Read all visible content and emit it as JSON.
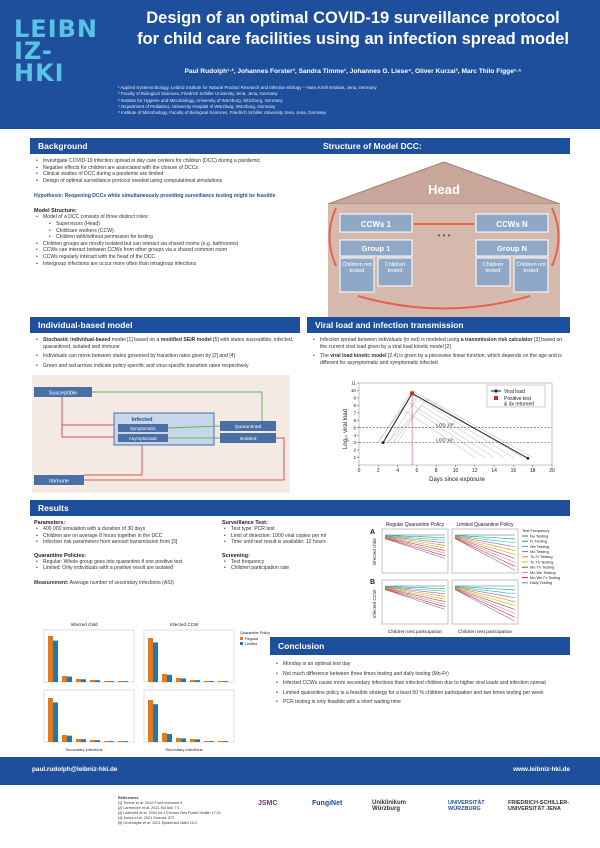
{
  "header": {
    "logo_line1": "LEIBN",
    "logo_line2": "IZ-HKI",
    "title_line1": "Design of an optimal COVID-19 surveillance protocol",
    "title_line2": "for child care facilities using an infection spread model",
    "authors": "Paul Rudolph¹·², Johannes Forster³, Sandra Timme¹, Johannes G. Liese⁴, Oliver Kurzai³, Marc Thilo Figge¹·⁵",
    "affiliations": [
      "¹ Applied Systems Biology, Leibniz Institute for Natural Product Research and Infection Biology – Hans Knöll Institute, Jena, Germany",
      "² Faculty of Biological Sciences, Friedrich Schiller University Jena, Jena, Germany",
      "³ Institute for Hygiene and Microbiology, University of Würzburg, Würzburg, Germany",
      "⁴ Department of Pediatrics, University Hospital of Würzburg, Würzburg, Germany",
      "⁵ Institute of Microbiology, Faculty of Biological Sciences, Friedrich Schiller University Jena, Jena, Germany"
    ]
  },
  "background": {
    "heading": "Background",
    "bullets": [
      "Investigate COVID-19 infection spread in day care centers for children (DCC) during a pandemic",
      "Negative effects for children are associated with the closure of DCCs",
      "Clinical studies of DCC during a pandemic are limited",
      "Design of optimal surveillance protocol needed using computational simulations"
    ],
    "hypothesis": "Hypothesis: Reopening DCCs while simultaneously providing surveillance testing might be feasible",
    "model_title": "Model Structure:",
    "model_intro": "Model of a DCC consists of three distinct roles:",
    "roles": [
      "Supervisors (Head)",
      "Childcare workers (CCW)",
      "Children with/without permission for testing"
    ],
    "more_bullets": [
      "Children groups are mostly isolated but can interact via shared rooms (e.g. bathrooms)",
      "CCWs can interact between CCWs from other groups via a shared common room",
      "CCWs regularly interact with the head of the DCC",
      "Intergroup infections are occur more often than intragroup infections"
    ]
  },
  "structure": {
    "heading": "Structure of Model DCC:",
    "head": "Head",
    "ccw1": "CCWs 1",
    "ccwn": "CCWs N",
    "dots": "• • •",
    "group1": "Group 1",
    "groupn": "Group N",
    "not_tested": "Children not tested",
    "tested": "Children tested"
  },
  "ibm": {
    "heading": "Individual-based model",
    "b1_a": "Stochastic individual-based",
    "b1_b": " model [1] based on a ",
    "b1_c": "modified SEIR model",
    "b1_d": " [5] with states susceptible, infected, quarantined, isolated and immune",
    "b2": "Individuals can move between states governed by transition rates given by [2] and [4]",
    "b3": "Green and red arrows indicate policy-specific and virus-specific transition rates respectively",
    "susceptible": "Susceptible",
    "infected": "Infected",
    "symptomatic": "Symptomatic",
    "asymptomatic": "Asymptomatic",
    "quarantined": "Quarantined",
    "isolated": "Isolated",
    "immune": "Immune"
  },
  "viral": {
    "heading": "Viral load and infection transmission",
    "b1_a": "Infection spread between individuals (in red) is modeled using ",
    "b1_b": "a transmission risk calculator",
    "b1_c": " [3] based on the current viral load given by a viral load kinetic model [2]",
    "b2_a": "The ",
    "b2_b": "viral load kinetic model",
    "b2_c": " [2,4] is given by a piecewise linear function, which depends on the age and is different for asymptomatic and symptomatic infected",
    "legend_viral": "Viral load",
    "legend_test": "Positive test",
    "legend_test2": "& dx returned",
    "lod1": "LOD 10³",
    "lod2": "LOD 10⁵",
    "xlabel": "Days since exposure",
    "ylabel": "Log₁₀ viral load"
  },
  "chart_data": {
    "type": "line",
    "xlabel": "Days since exposure",
    "ylabel": "Log₁₀ viral load",
    "xlim": [
      0,
      20
    ],
    "ylim": [
      0,
      11
    ],
    "xticks": [
      0,
      2,
      4,
      6,
      8,
      10,
      12,
      14,
      16,
      18,
      20
    ],
    "yticks": [
      1,
      2,
      3,
      4,
      5,
      6,
      7,
      8,
      9,
      10,
      11
    ],
    "series": [
      {
        "name": "Viral load",
        "x": [
          2.5,
          5.5,
          17.5
        ],
        "y": [
          3,
          9.6,
          0.9
        ]
      }
    ],
    "positive_test": {
      "x": 5.5,
      "y": 9.6
    }
  },
  "results": {
    "heading": "Results",
    "params_title": "Parameters:",
    "params": [
      "400 000 simulation with a duration of 30 days",
      "Children are on average 8 hours together in the DCC",
      "Infection risk parameters from aerosol transmission from [3]"
    ],
    "policies_title": "Quarantine Policies:",
    "policies": [
      "Regular: Whole group goes into quarantine if one positive test",
      "Limited: Only individuals with a positive result are isolated"
    ],
    "measurement_a": "Measurement:",
    "measurement_b": " Average number of secondary infections (ASI)",
    "surv_title": "Surveillance Test:",
    "surv": [
      "Test type: PCR test",
      "Limit of detection: 1000 viral copies per ml",
      "Time until test result is available: 12 hours"
    ],
    "screen_title": "Screening:",
    "screen": [
      "Test frequency",
      "Children participation rate"
    ],
    "hist_title1": "Infected child",
    "hist_title2": "Infected CCW",
    "hist_xlabel": "Secondary infections",
    "hist_legend_title": "Quarantine Policy",
    "hist_legend_a": "Regular",
    "hist_legend_b": "Limited",
    "asi_title_reg": "Regular Quarantine Policy",
    "asi_title_lim": "Limited Quarantine Policy",
    "asi_label_a": "A",
    "asi_label_b": "B",
    "asi_ylabel_a": "Infected child",
    "asi_ylabel_b": "Infected CCW",
    "asi_xlabel": "Children test participation",
    "freq_title": "Test Frequency",
    "freq": [
      "No Testing",
      "Fr Testing",
      "We Testing",
      "Mo Testing",
      "Tu Fr Testing",
      "Tu Th Testing",
      "Mo Th Testing",
      "Mo We Testing",
      "Mo We Fr Testing",
      "Daily Testing"
    ],
    "freq_colors": [
      "#1f77b4",
      "#2ca02c",
      "#17becf",
      "#9467bd",
      "#ff7f0e",
      "#bcbd22",
      "#8c564b",
      "#e377c2",
      "#d62728",
      "#7f7f7f"
    ]
  },
  "conclusion": {
    "heading": "Conclusion",
    "bullets": [
      "Monday is an optimal test day",
      "Not much difference between three times testing and daily testing (Mo-Fr)",
      "Infected CCWs cause more secondary infections than infected children due to higher viral loads and infection spread",
      "Limited quarantine policy is a feasible strategy for a least 50 % children participation and two times testing per week",
      "PCR testing is only feasible with a short waiting time"
    ]
  },
  "footer": {
    "email": "paul.rudolph@leibniz-hki.de",
    "web": "www.leibniz-hki.de",
    "refs_title": "References",
    "refs": [
      "[1] Timme et al. 2019 Front Immunol 9",
      "[2] Larremore et al. 2021 Sci Adv 7:1",
      "[3] Lelieveld et al. 2020 Int J Environ Res Public Health 17:21",
      "[4] Jones et al. 2021 Science 373",
      "[5] Groendyke et al. 2021 Epidemics Math 10:1"
    ],
    "partners": [
      "JSMC",
      "FungiNet",
      "Uniklinikum Würzburg",
      "UNIVERSITÄT WÜRZBURG",
      "FRIEDRICH-SCHILLER-UNIVERSITÄT JENA"
    ]
  }
}
